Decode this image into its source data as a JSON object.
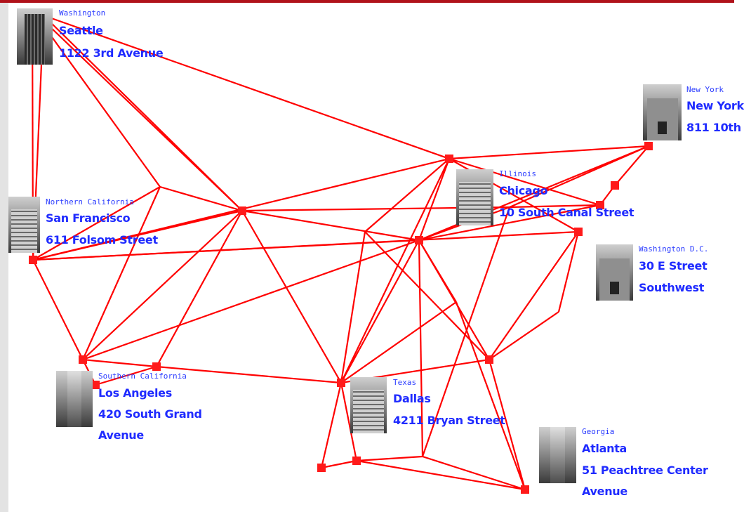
{
  "colors": {
    "network": "#ff0000",
    "node": "#ff1a1a",
    "label": "#1f2bff",
    "rule": "#b0121a"
  },
  "sites": {
    "seattle": {
      "region": "Washington",
      "city": "Seattle",
      "address": "1122 3rd Avenue"
    },
    "newyork": {
      "region": "New York",
      "city": "New York",
      "address": "811 10th"
    },
    "sanfrancisco": {
      "region": "Northern California",
      "city": "San Francisco",
      "address": "611 Folsom Street"
    },
    "chicago": {
      "region": "Illinois",
      "city": "Chicago",
      "address": "10 South Canal Street"
    },
    "washingtondc": {
      "region": "Washington D.C.",
      "address_line1": "30 E Street",
      "address_line2": "Southwest"
    },
    "losangeles": {
      "region": "Southern California",
      "city": "Los Angeles",
      "address_line1": "420 South Grand",
      "address_line2": "Avenue"
    },
    "dallas": {
      "region": "Texas",
      "city": "Dallas",
      "address": "4211 Bryan Street"
    },
    "atlanta": {
      "region": "Georgia",
      "city": "Atlanta",
      "address_line1": "51 Peachtree Center",
      "address_line2": "Avenue"
    }
  }
}
